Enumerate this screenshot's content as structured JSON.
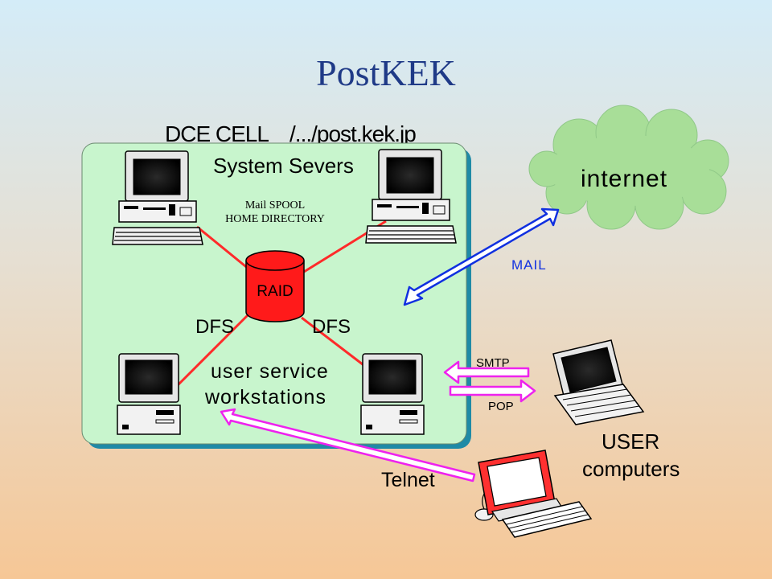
{
  "title": "PostKEK",
  "cell_label": "DCE CELL    /.../post.kek.jp",
  "system_servers_label": "System Severs",
  "spool_line1": "Mail SPOOL",
  "spool_line2": "HOME DIRECTORY",
  "raid_label": "RAID",
  "dfs_left": "DFS",
  "dfs_right": "DFS",
  "user_service_line1": "user service",
  "user_service_line2": "workstations",
  "internet_label": "internet",
  "mail_label": "MAIL",
  "smtp_label": "SMTP",
  "pop_label": "POP",
  "user_line1": "USER",
  "user_line2": "computers",
  "telnet_label": "Telnet",
  "colors": {
    "title": "#1f3a87",
    "panel_fill": "#c8f5cd",
    "panel_shadow": "#1f8aa6",
    "cloud_fill": "#a8de98",
    "raid_fill": "#ff1a1a",
    "link_red": "#ff2a2a",
    "mail_arrow": "#1030e0",
    "magenta_arrow": "#ee22ee"
  }
}
